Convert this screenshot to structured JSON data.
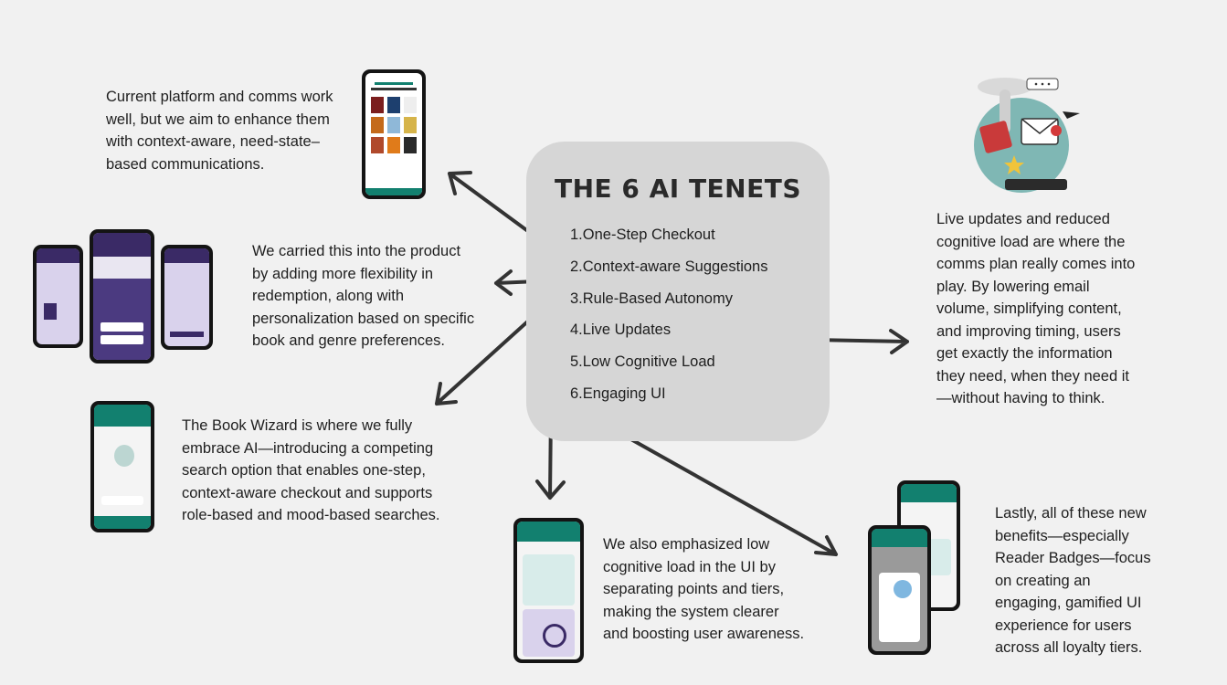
{
  "title": "THE 6 AI TENETS",
  "tenets": [
    {
      "num": "1.",
      "label": "One-Step Checkout"
    },
    {
      "num": "2.",
      "label": "Context-aware Suggestions"
    },
    {
      "num": "3.",
      "label": "Rule-Based Autonomy"
    },
    {
      "num": "4.",
      "label": "Live Updates"
    },
    {
      "num": "5.",
      "label": "Low Cognitive Load"
    },
    {
      "num": "6.",
      "label": "Engaging UI"
    }
  ],
  "paragraphs": {
    "current_platform": "Current platform and comms work\nwell, but we aim to enhance them\nwith context-aware, need-state–\nbased communications.",
    "product_flexibility": "We carried this into the product\nby adding more flexibility in\nredemption, along with\npersonalization based on specific\nbook and genre preferences.",
    "book_wizard": "The Book Wizard is where we fully\nembrace AI—introducing a competing\nsearch option that enables one-step,\ncontext-aware checkout and supports\nrole-based and mood-based searches.",
    "low_cognitive": "We also emphasized low\ncognitive load in the UI by\nseparating points and tiers,\nmaking the system clearer\nand boosting user awareness.",
    "live_updates": "Live updates and reduced\ncognitive load are where the\ncomms plan really comes into\nplay. By lowering email\nvolume, simplifying content,\nand improving timing, users\nget exactly the information\nthey need, when they need it\n—without having to think.",
    "engaging": "Lastly, all of these new\nbenefits—especially\nReader Badges—focus\non creating an\nengaging, gamified UI\nexperience for users\nacross all loyalty tiers."
  },
  "colors": {
    "background": "#f1f1f1",
    "card": "#d6d6d6",
    "arrow": "#333333",
    "teal": "#12806f",
    "purple": "#3a2a66",
    "lavender": "#d9d2ec"
  }
}
